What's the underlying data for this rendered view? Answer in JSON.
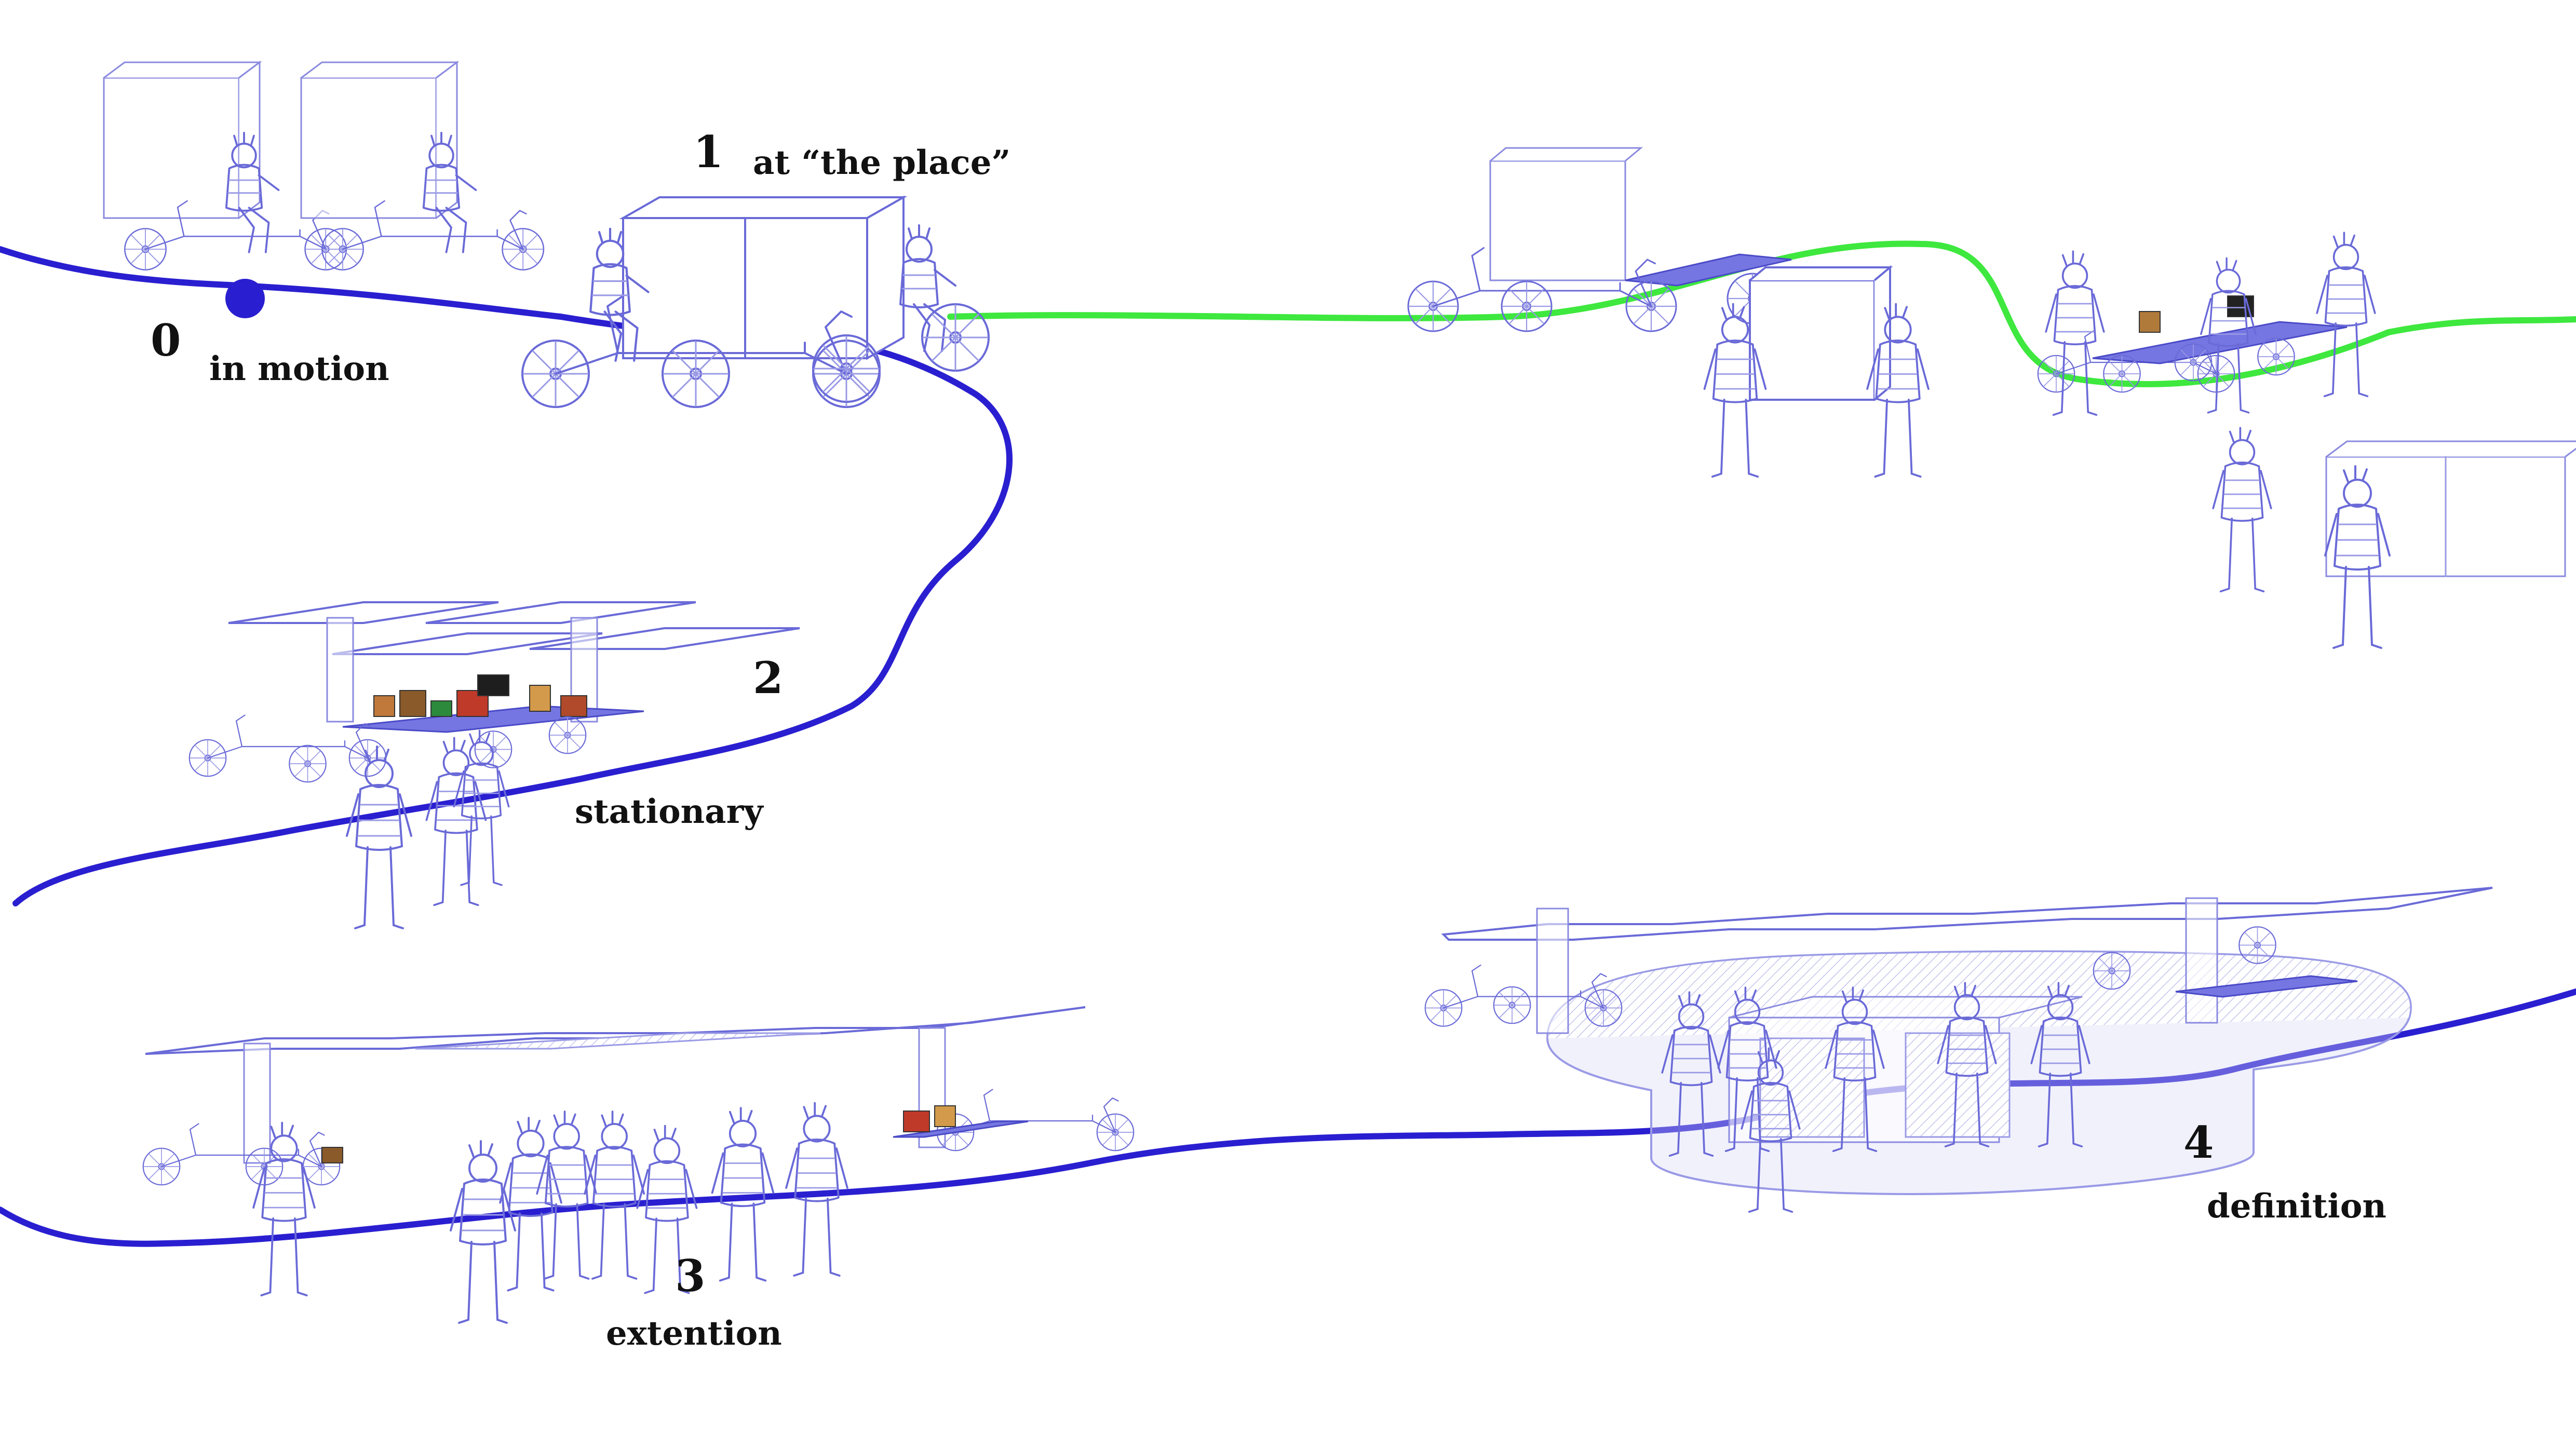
{
  "stages": [
    {
      "number": "0",
      "label": "in motion"
    },
    {
      "number": "1",
      "label": "at “the place”"
    },
    {
      "number": "2",
      "label": "stationary"
    },
    {
      "number": "3",
      "label": "extention"
    },
    {
      "number": "4",
      "label": "definition"
    }
  ],
  "colors": {
    "path_blue": "#2a1fd0",
    "path_green": "#3ee83e",
    "line_art": "#6a6ad8",
    "deck_fill": "#7676e2",
    "text": "#111111"
  }
}
